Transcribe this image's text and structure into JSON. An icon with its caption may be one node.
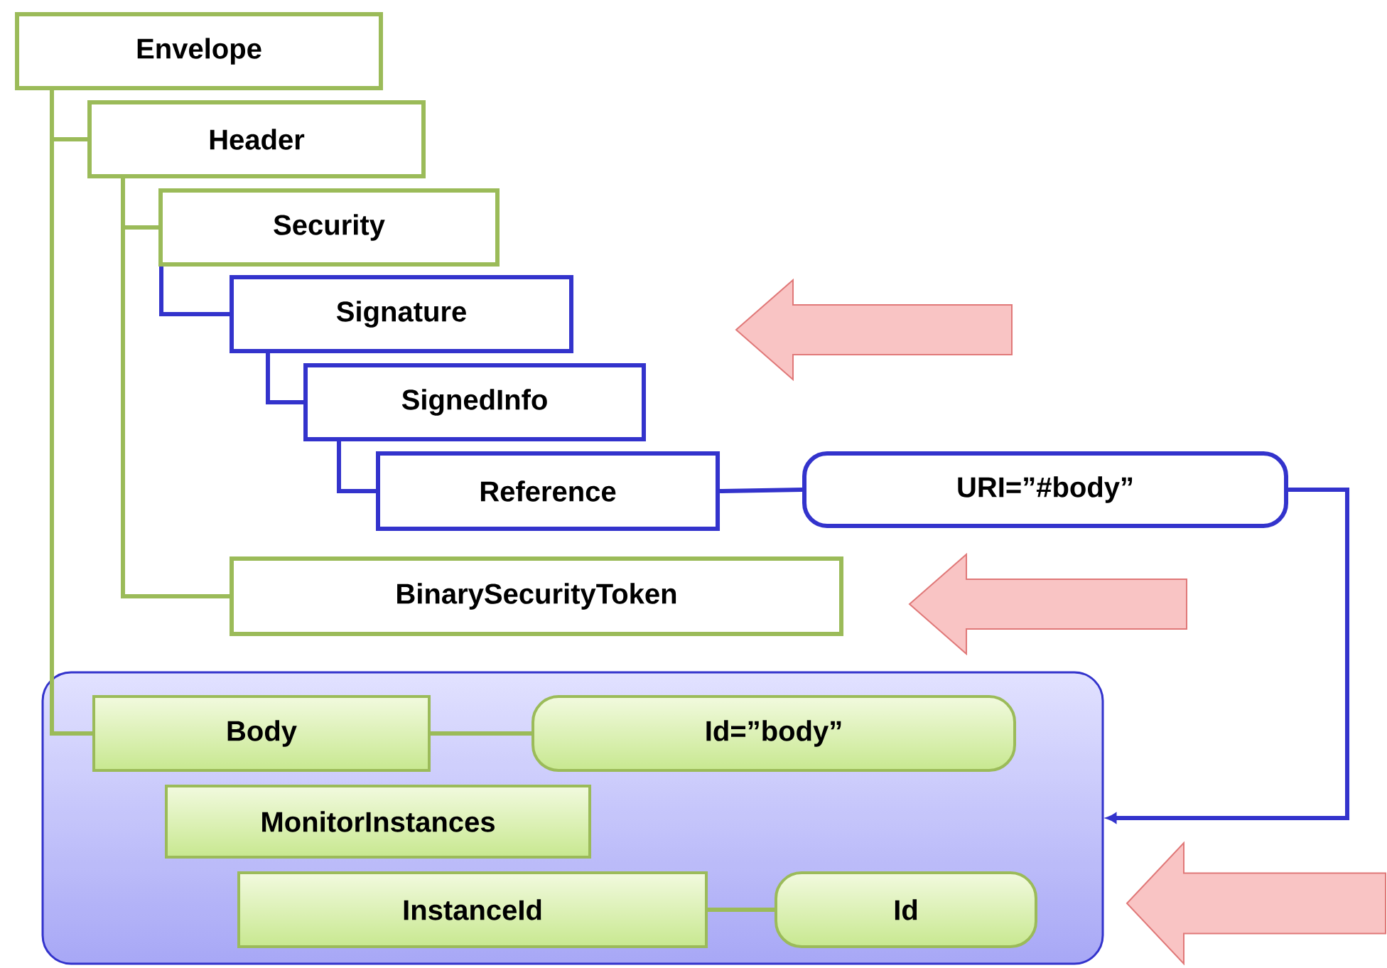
{
  "diagram": {
    "nodes": [
      {
        "text": [
          "Envelope"
        ]
      },
      {
        "text": [
          "Header"
        ]
      },
      {
        "text": [
          "Security"
        ]
      },
      {
        "text": [
          "Signature"
        ]
      },
      {
        "text": [
          "SignedInfo"
        ]
      },
      {
        "text": [
          "Reference"
        ]
      },
      {
        "text": [
          "URI=”#body”"
        ]
      },
      {
        "text": [
          "BinarySecurityToken"
        ]
      },
      {
        "text": [],
        "shape": "box"
      },
      {
        "text": [
          "Body"
        ],
        "in": 8
      },
      {
        "text": [
          "Id=”body”"
        ],
        "in": 8
      },
      {
        "text": [
          "MonitorInstances"
        ],
        "in": 8
      },
      {
        "text": [
          "InstanceId"
        ],
        "in": 8
      },
      {
        "text": [
          "Id"
        ],
        "in": 8
      }
    ],
    "edges": [
      {
        "from": 0,
        "to": 1,
        "arrow": "none"
      },
      {
        "from": 0,
        "to": 9,
        "arrow": "none"
      },
      {
        "from": 1,
        "to": 2,
        "arrow": "none"
      },
      {
        "from": 2,
        "to": 3,
        "arrow": "none",
        "color": "#3333cc"
      },
      {
        "from": 3,
        "to": 4,
        "arrow": "none",
        "color": "#3333cc"
      },
      {
        "from": 4,
        "to": 5,
        "arrow": "none",
        "color": "#3333cc"
      },
      {
        "from": 1,
        "to": 7,
        "arrow": "none"
      },
      {
        "from": 5,
        "to": 6,
        "arrow": "none",
        "color": "#3333cc"
      },
      {
        "from": 6,
        "to": 8,
        "arrow": "to",
        "color": "#3333cc"
      },
      {
        "from": 9,
        "to": 10,
        "arrow": "none"
      },
      {
        "from": 12,
        "to": 13,
        "arrow": "none"
      }
    ]
  }
}
